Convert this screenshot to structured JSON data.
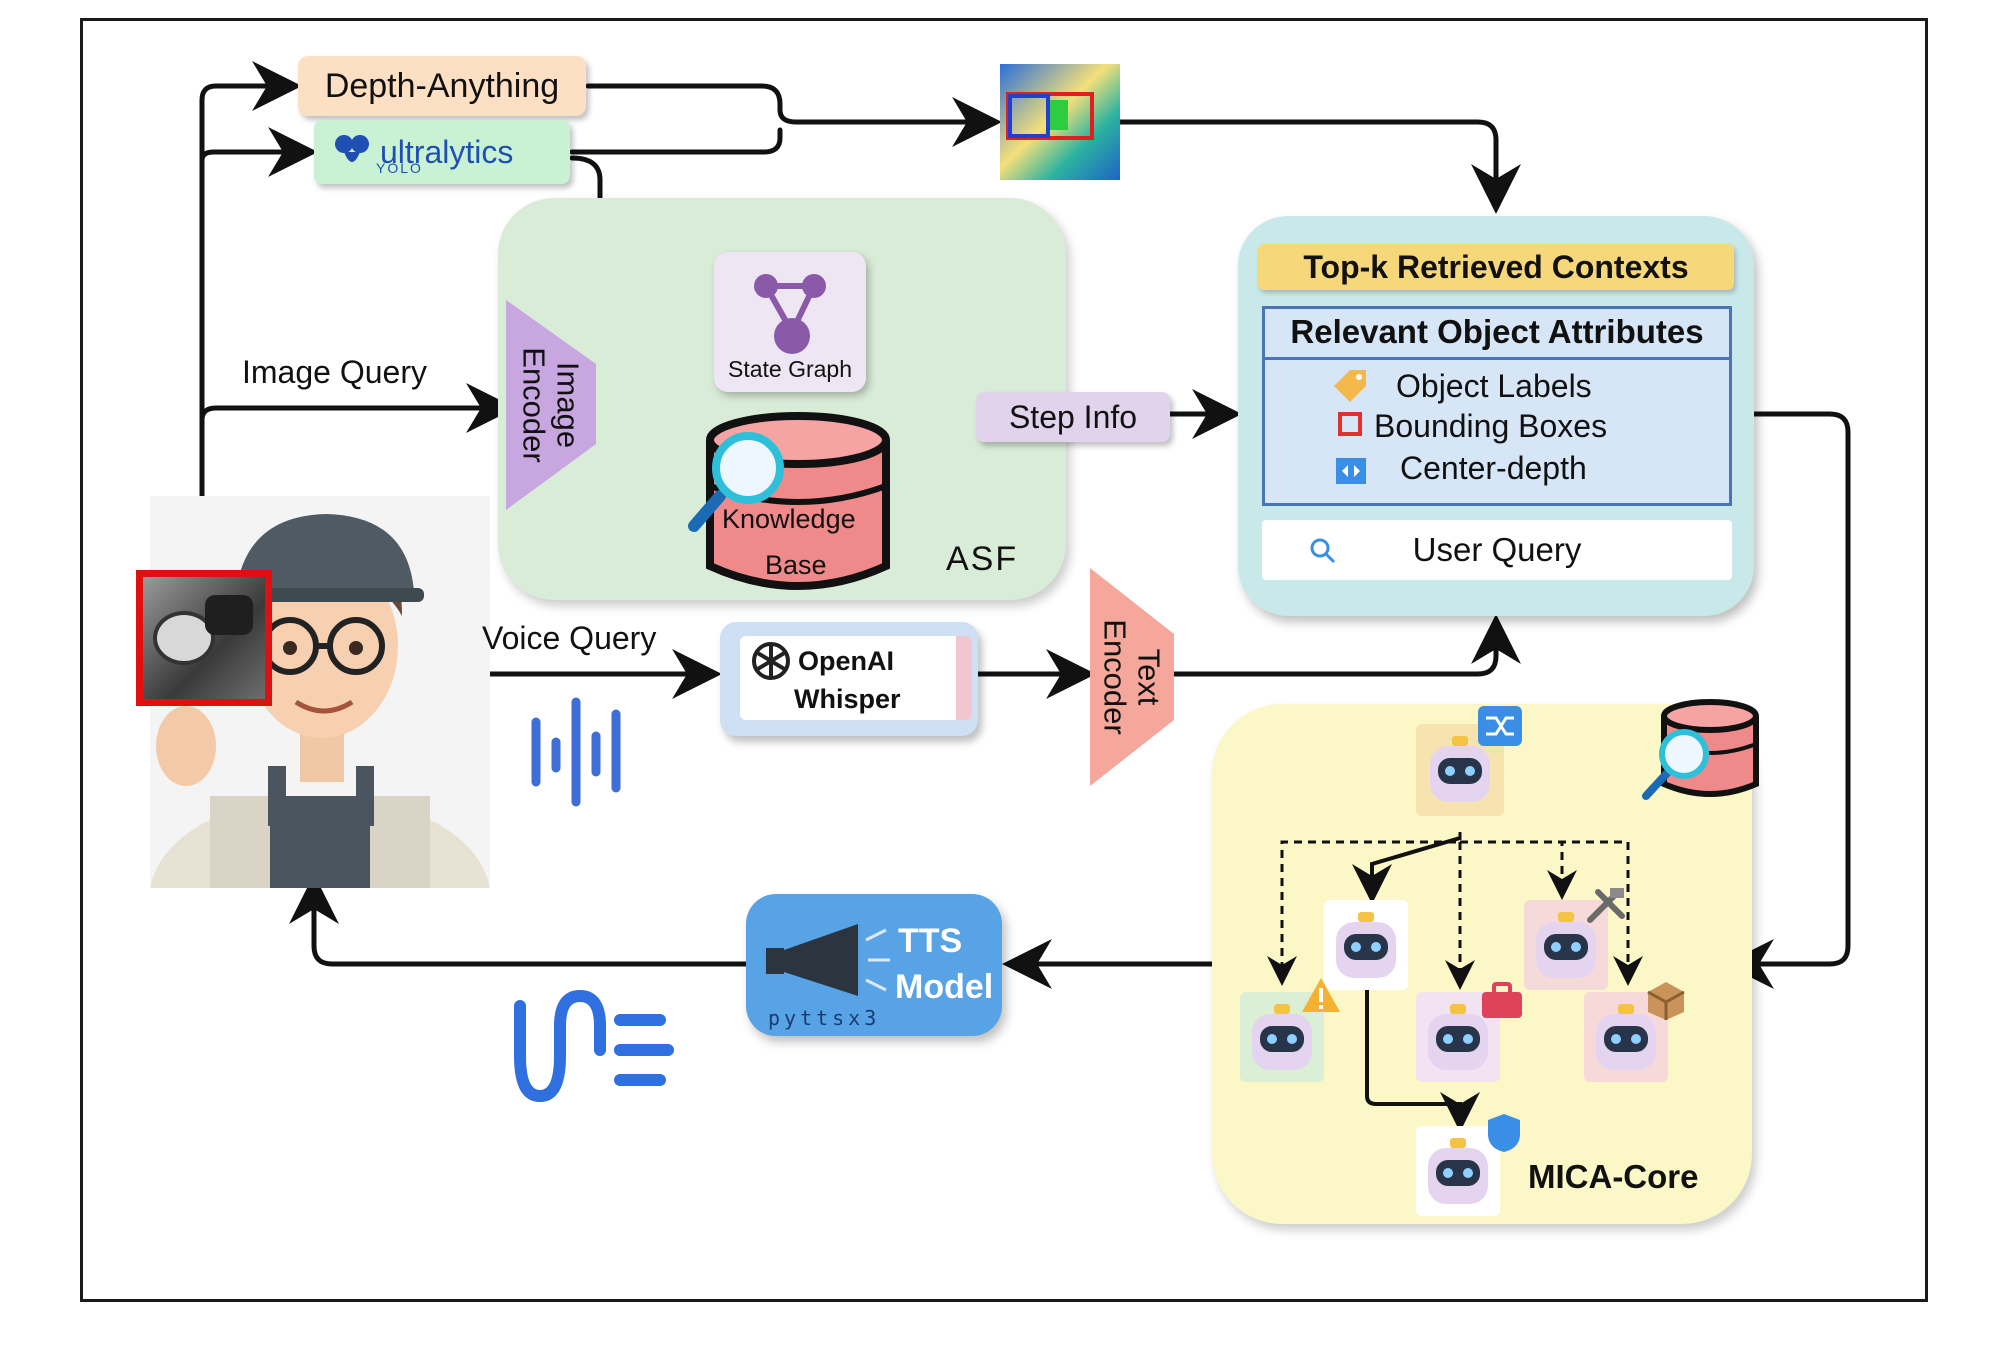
{
  "nodes": {
    "depth_anything": "Depth-Anything",
    "yolo_brand": "ultralytics",
    "yolo_sub": "YOLO",
    "image_query": "Image Query",
    "image_encoder": [
      "Image",
      "Encoder"
    ],
    "state_graph": "State Graph",
    "knowledge_base": [
      "Knowledge",
      "Base"
    ],
    "asf": "ASF",
    "step_info": "Step Info",
    "top_k": "Top-k Retrieved Contexts",
    "relevant_attrs": "Relevant Object Attributes",
    "object_labels": "Object Labels",
    "bounding_boxes": "Bounding Boxes",
    "center_depth": "Center-depth",
    "user_query": "User Query",
    "voice_query": "Voice Query",
    "whisper": [
      "OpenAI",
      "Whisper"
    ],
    "text_encoder": [
      "Text",
      "Encoder"
    ],
    "tts": [
      "TTS",
      "Model"
    ],
    "tts_lib": "pyttsx3",
    "mica_core": "MICA-Core"
  },
  "icons": [
    "user-avatar-icon",
    "detection-preview-icon",
    "state-graph-icon",
    "knowledge-base-icon",
    "magnifier-icon",
    "tag-icon",
    "bbox-icon",
    "depth-arrows-icon",
    "search-icon",
    "openai-logo-icon",
    "megaphone-icon",
    "sound-wave-icon",
    "robot-agent-icon",
    "shuffle-icon",
    "warning-icon",
    "toolbox-icon",
    "tools-icon",
    "package-icon",
    "shield-icon",
    "database-icon"
  ],
  "colors": {
    "depth": "#fde0c4",
    "yolo": "#c9f2d4",
    "asf": "#d9ecd8",
    "context": "#c9e8ea",
    "mica": "#fbf7c6",
    "tts": "#58a3e6",
    "encoder_image": "#c8a6e0",
    "encoder_text": "#f4a79a",
    "knowledge_base": "#f08a8a"
  }
}
